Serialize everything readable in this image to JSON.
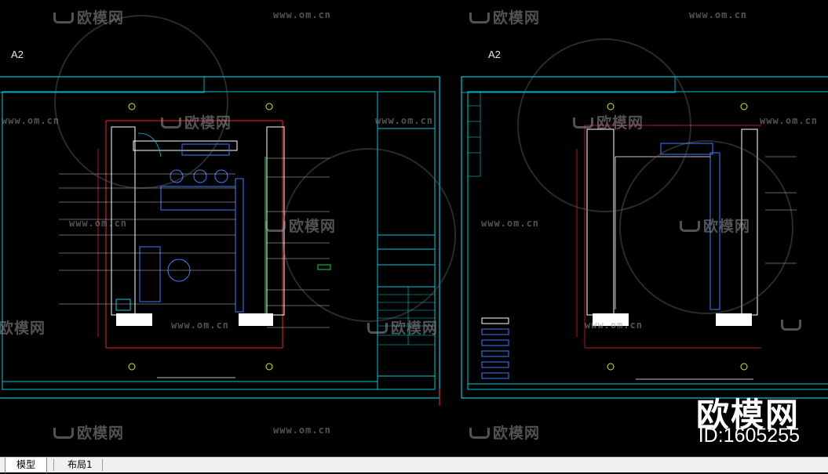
{
  "sheets": [
    {
      "label": "A2",
      "title": "FURNITURE LAYOUT PLAN"
    },
    {
      "label": "A2",
      "title": "CEILING DIMENSION PLAN"
    }
  ],
  "watermark": {
    "brand": "欧模网",
    "url": "www.om.cn",
    "id_text": "ID:1605255"
  },
  "tabs": [
    {
      "label": "模型",
      "active": true
    },
    {
      "label": "布局1",
      "active": false
    }
  ],
  "colors": {
    "frame": "#00c8d8",
    "wall": "#ffffff",
    "dimension": "#ff2020",
    "furniture": "#3a7bff",
    "green": "#00e040",
    "yellow": "#e8e800"
  }
}
